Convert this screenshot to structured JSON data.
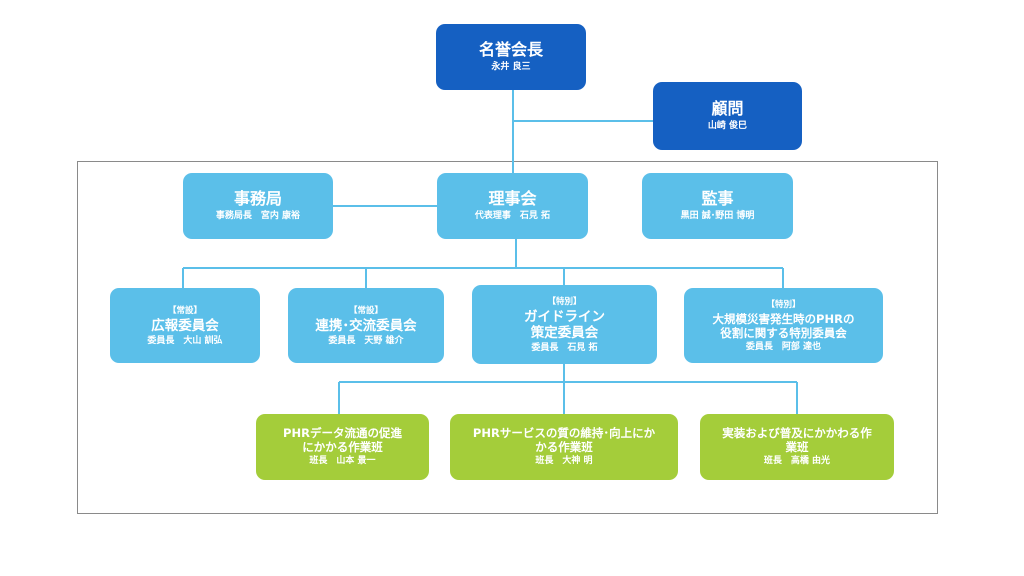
{
  "org": {
    "honorary_chair": {
      "title": "名誉会長",
      "name": "永井 良三"
    },
    "advisor": {
      "title": "顧問",
      "name": "山崎 俊巳"
    },
    "secretariat": {
      "title": "事務局",
      "name": "事務局長　宮内 康裕"
    },
    "board": {
      "title": "理事会",
      "name": "代表理事　石見 拓"
    },
    "auditor": {
      "title": "監事",
      "name": "黒田 誠･野田 博明"
    },
    "committees": [
      {
        "tag": "【常設】",
        "title": "広報委員会",
        "name": "委員長　大山 訓弘"
      },
      {
        "tag": "【常設】",
        "title": "連携･交流委員会",
        "name": "委員長　天野 雄介"
      },
      {
        "tag": "【特別】",
        "title": "ガイドライン\n策定委員会",
        "name": "委員長　石見 拓"
      },
      {
        "tag": "【特別】",
        "title": "大規模災害発生時のPHRの\n役割に関する特別委員会",
        "name": "委員長　阿部 達也"
      }
    ],
    "working_groups": [
      {
        "title": "PHRデータ流通の促進\nにかかる作業班",
        "name": "班長　山本 景一"
      },
      {
        "title": "PHRサービスの質の維持･向上にか\nかる作業班",
        "name": "班長　大神 明"
      },
      {
        "title": "実装および普及にかかわる作\n業班",
        "name": "班長　高橋 由光"
      }
    ]
  },
  "colors": {
    "dark": "#1560c2",
    "light": "#5bbfe9",
    "green": "#a4cd3a",
    "connector": "#5bbfe9"
  }
}
